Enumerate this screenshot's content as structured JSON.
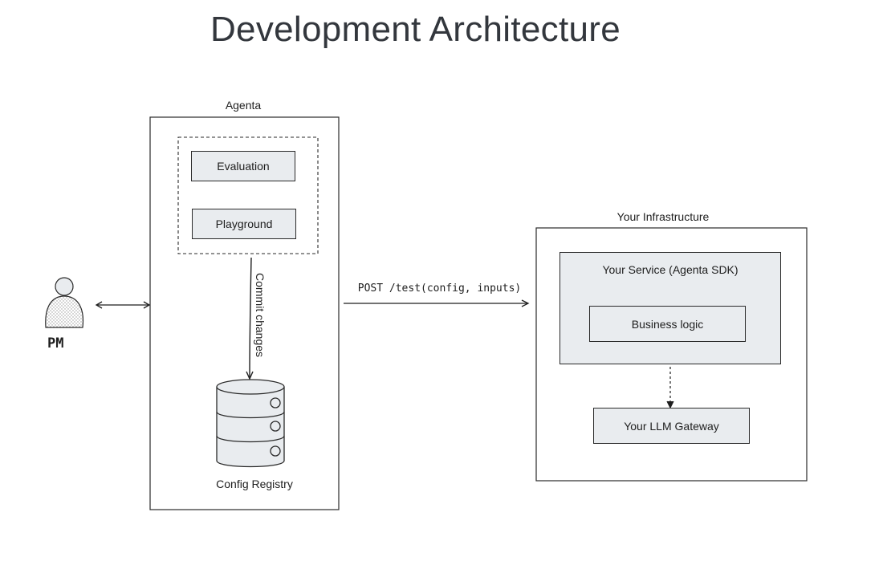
{
  "title": "Development Architecture",
  "actor": {
    "label": "PM"
  },
  "agenta": {
    "label": "Agenta",
    "evaluation": "Evaluation",
    "playground": "Playground",
    "commit": "Commit changes",
    "registry": "Config Registry"
  },
  "request": {
    "label": "POST /test(config, inputs)"
  },
  "infra": {
    "label": "Your Infrastructure",
    "service": "Your Service (Agenta SDK)",
    "logic": "Business logic",
    "gateway": "Your LLM Gateway"
  },
  "colors": {
    "fill": "#e9ecef",
    "stroke": "#2a2a2a"
  }
}
